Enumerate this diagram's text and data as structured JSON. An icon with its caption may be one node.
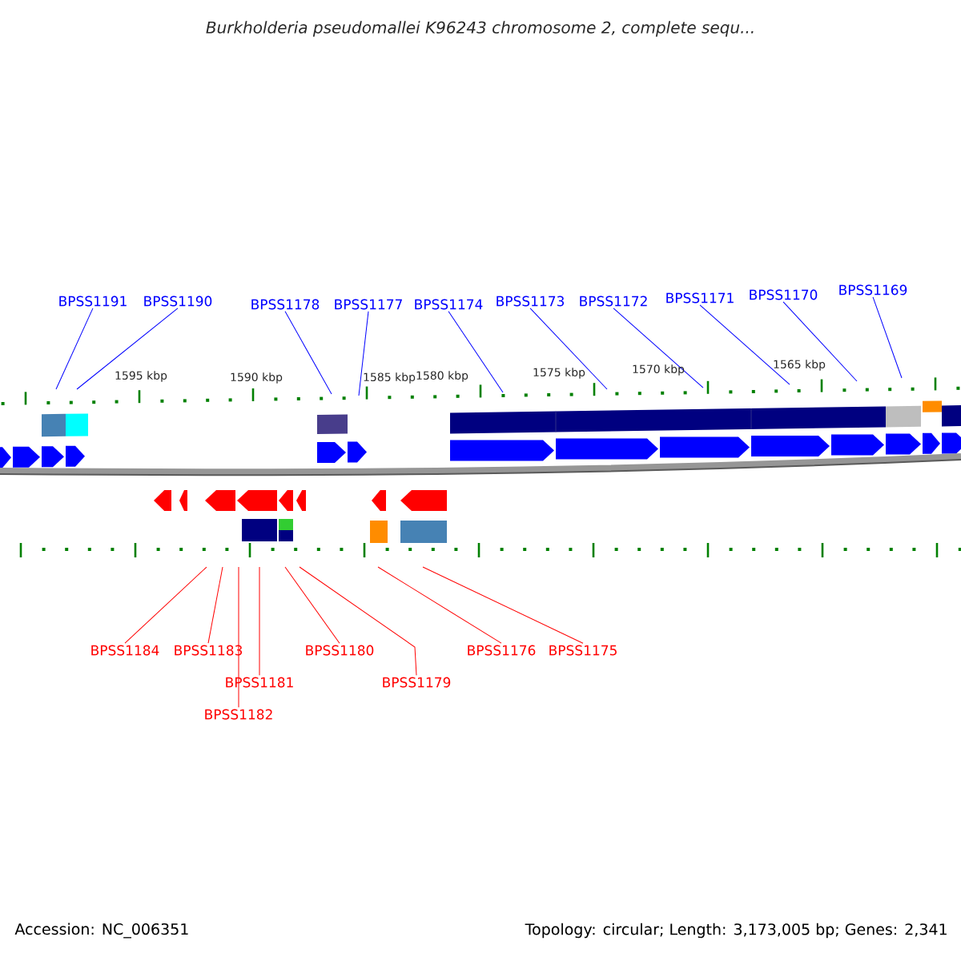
{
  "diagram": {
    "title": "Burkholderia pseudomallei K96243 chromosome 2, complete sequ...",
    "nodes": [
      {
        "text": [
          "BPSS1191"
        ]
      },
      {
        "text": [
          "BPSS1190"
        ]
      },
      {
        "text": [
          "BPSS1178"
        ]
      },
      {
        "text": [
          "BPSS1177"
        ]
      },
      {
        "text": [
          "BPSS1174"
        ]
      },
      {
        "text": [
          "BPSS1173"
        ]
      },
      {
        "text": [
          "BPSS1172"
        ]
      },
      {
        "text": [
          "BPSS1171"
        ]
      },
      {
        "text": [
          "BPSS1170"
        ]
      },
      {
        "text": [
          "BPSS1169"
        ]
      },
      {
        "text": [
          "BPSS1184"
        ]
      },
      {
        "text": [
          "BPSS1183"
        ]
      },
      {
        "text": [
          "BPSS1181"
        ]
      },
      {
        "text": [
          "BPSS1182"
        ]
      },
      {
        "text": [
          "BPSS1180"
        ]
      },
      {
        "text": [
          "BPSS1179"
        ]
      },
      {
        "text": [
          "BPSS1176"
        ]
      },
      {
        "text": [
          "BPSS1175"
        ]
      }
    ],
    "edges": [
      {
        "from": 0,
        "to": null,
        "arrow": "none",
        "color": "#0000ff"
      },
      {
        "from": 1,
        "to": null,
        "arrow": "none",
        "color": "#0000ff"
      },
      {
        "from": 2,
        "to": null,
        "arrow": "none",
        "color": "#0000ff"
      },
      {
        "from": 3,
        "to": null,
        "arrow": "none",
        "color": "#0000ff"
      },
      {
        "from": 4,
        "to": null,
        "arrow": "none",
        "color": "#0000ff"
      },
      {
        "from": 5,
        "to": null,
        "arrow": "none",
        "color": "#0000ff"
      },
      {
        "from": 6,
        "to": null,
        "arrow": "none",
        "color": "#0000ff"
      },
      {
        "from": 7,
        "to": null,
        "arrow": "none",
        "color": "#0000ff"
      },
      {
        "from": 8,
        "to": null,
        "arrow": "none",
        "color": "#0000ff"
      },
      {
        "from": 9,
        "to": null,
        "arrow": "none",
        "color": "#0000ff"
      },
      {
        "from": 10,
        "to": null,
        "arrow": "none",
        "color": "#ff0000"
      },
      {
        "from": 11,
        "to": null,
        "arrow": "none",
        "color": "#ff0000"
      },
      {
        "from": 12,
        "to": null,
        "arrow": "none",
        "color": "#ff0000"
      },
      {
        "from": 13,
        "to": null,
        "arrow": "none",
        "color": "#ff0000"
      },
      {
        "from": 14,
        "to": null,
        "arrow": "none",
        "color": "#ff0000"
      },
      {
        "from": 15,
        "to": null,
        "arrow": "none",
        "color": "#ff0000"
      },
      {
        "from": 16,
        "to": null,
        "arrow": "none",
        "color": "#ff0000"
      },
      {
        "from": 17,
        "to": null,
        "arrow": "none",
        "color": "#ff0000"
      }
    ],
    "labels": [
      "1595 kbp",
      "1590 kbp",
      "1585 kbp",
      "1580 kbp",
      "1575 kbp",
      "1570 kbp",
      "1565 kbp",
      "Accession: NC_006351",
      "Topology: circular; Length: 3,173,005 bp; Genes: 2,341"
    ]
  }
}
